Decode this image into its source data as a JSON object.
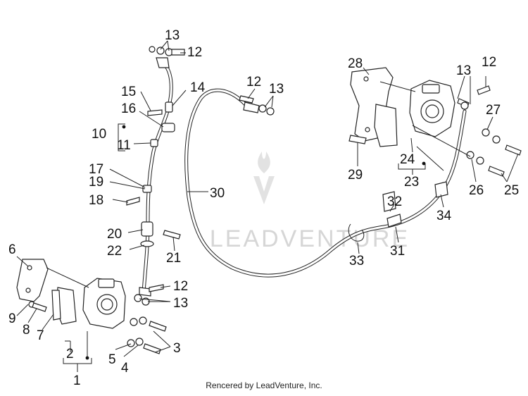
{
  "watermark": {
    "text": "LEADVENTURE"
  },
  "footer": {
    "text": "Rencered by LeadVenture, Inc."
  },
  "callouts": {
    "c1": "1",
    "c2": "2",
    "c3": "3",
    "c4": "4",
    "c5": "5",
    "c6": "6",
    "c7": "7",
    "c8": "8",
    "c9": "9",
    "c10": "10",
    "c11": "11",
    "c12a": "12",
    "c12b": "12",
    "c12c": "12",
    "c12d": "12",
    "c13a": "13",
    "c13b": "13",
    "c13c": "13",
    "c13d": "13",
    "c14": "14",
    "c15": "15",
    "c16": "16",
    "c17": "17",
    "c18": "18",
    "c19": "19",
    "c20": "20",
    "c21": "21",
    "c22": "22",
    "c23": "23",
    "c24": "24",
    "c25": "25",
    "c26": "26",
    "c27": "27",
    "c28": "28",
    "c29": "29",
    "c30": "30",
    "c31": "31",
    "c32": "32",
    "c33": "33",
    "c34": "34"
  }
}
